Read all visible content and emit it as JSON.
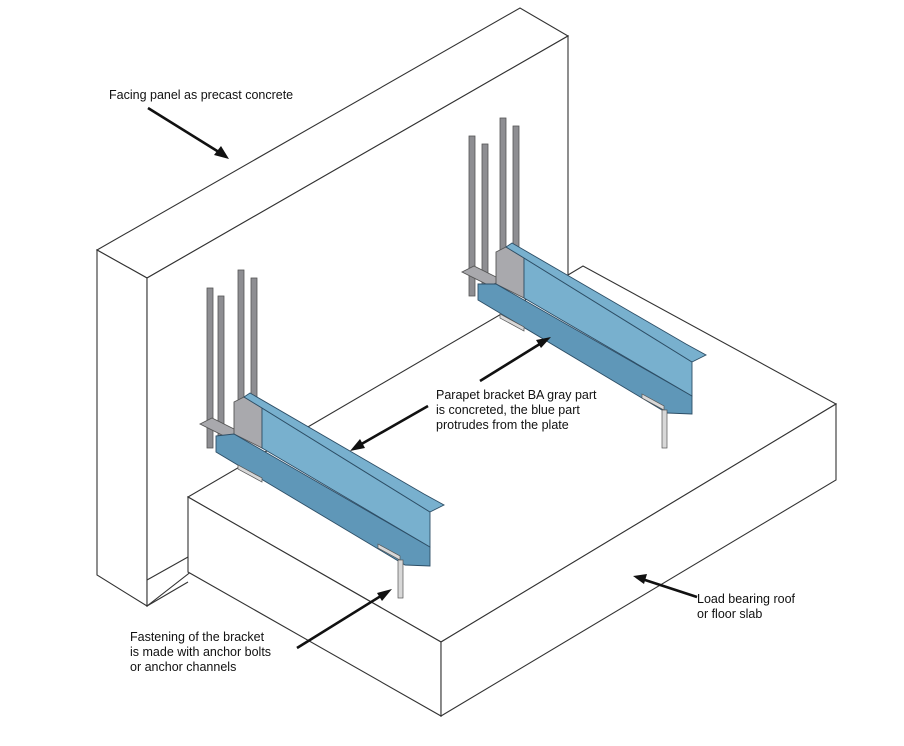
{
  "diagram": {
    "title": "Parapet bracket BA installation between precast facing panel and roof slab",
    "labels": {
      "facing_panel": "Facing panel as precast concrete",
      "parapet_bracket": "Parapet bracket BA gray part\nis concreted, the blue part\nprotrudes from the plate",
      "fastening": "Fastening of the bracket\nis made with anchor bolts\nor anchor channels",
      "slab": "Load bearing roof\nor floor slab"
    },
    "components": [
      {
        "name": "Facing panel",
        "material": "precast concrete"
      },
      {
        "name": "Parapet bracket BA (left)",
        "concreted_part_color": "gray",
        "protruding_part_color": "blue"
      },
      {
        "name": "Parapet bracket BA (right)",
        "concreted_part_color": "gray",
        "protruding_part_color": "blue"
      },
      {
        "name": "Load bearing roof or floor slab"
      }
    ],
    "colors": {
      "bracket_blue": "#78b0ce",
      "bracket_gray": "#a9a9ad",
      "outline": "#333333",
      "arrow": "#111111"
    }
  }
}
